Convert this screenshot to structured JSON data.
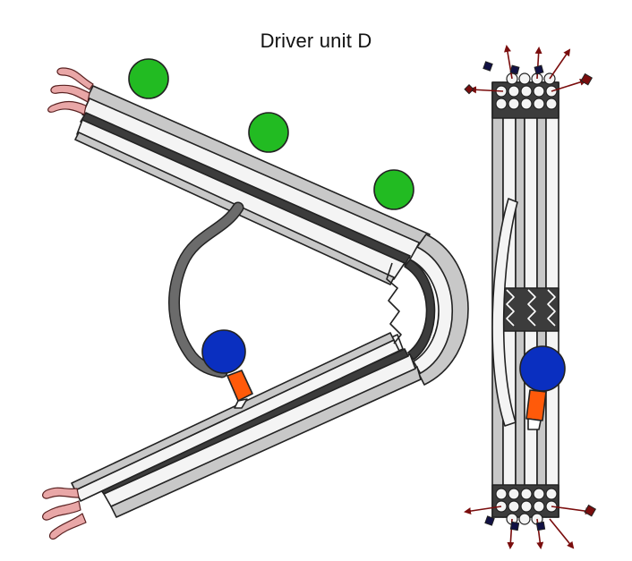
{
  "title": "Driver unit D",
  "colors": {
    "outline": "#222222",
    "rod_light": "#f4f4f4",
    "rod_mid": "#c8c8c8",
    "rod_dark": "#3c3c3c",
    "linker": "#6b6b6b",
    "green_bead": "#22bb22",
    "blue_bead": "#0a2fc0",
    "orange_tag": "#ff5a0a",
    "ribbon": "#e9a7a7",
    "arrow": "#7a0d0d",
    "square_cap": "#111144"
  },
  "icons": [
    "green-bead",
    "blue-bead",
    "orange-tag",
    "ribbon-end",
    "outward-arrow",
    "square-cap"
  ]
}
